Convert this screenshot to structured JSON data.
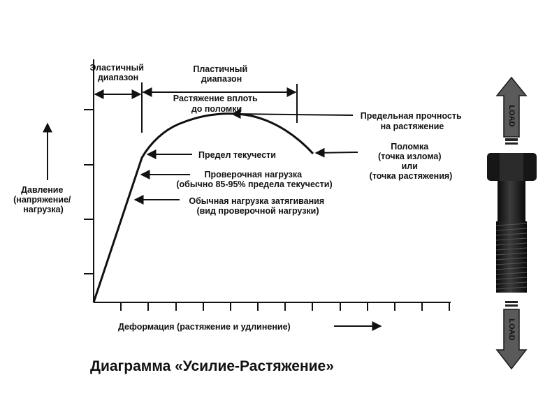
{
  "title": "Диаграмма «Усилие-Растяжение»",
  "y_axis_label": [
    "Давление",
    "(напряжение/",
    "нагрузка)"
  ],
  "x_axis_label": "Деформация (растяжение и удлинение)",
  "elastic_range": [
    "Эластичный",
    "диапазон"
  ],
  "plastic_range": [
    "Пластичный",
    "диапазон"
  ],
  "stretch_to_break": [
    "Растяжение вплоть",
    "до поломки"
  ],
  "ultimate_strength": [
    "Предельная прочность",
    "на растяжение"
  ],
  "yield_point": "Предел текучести",
  "breakage": [
    "Поломка",
    "(точка излома)",
    "или",
    "(точка растяжения)"
  ],
  "proof_load": [
    "Проверочная нагрузка",
    "(обычно 85-95% предела текучести)"
  ],
  "tightening_load": [
    "Обычная нагрузка затягивания",
    "(вид проверочной нагрузки)"
  ],
  "load_top": "LOAD",
  "load_bottom": "LOAD",
  "colors": {
    "ink": "#111111",
    "arrow_fill": "#5a5a5a",
    "bolt": "#1c1c1c"
  }
}
